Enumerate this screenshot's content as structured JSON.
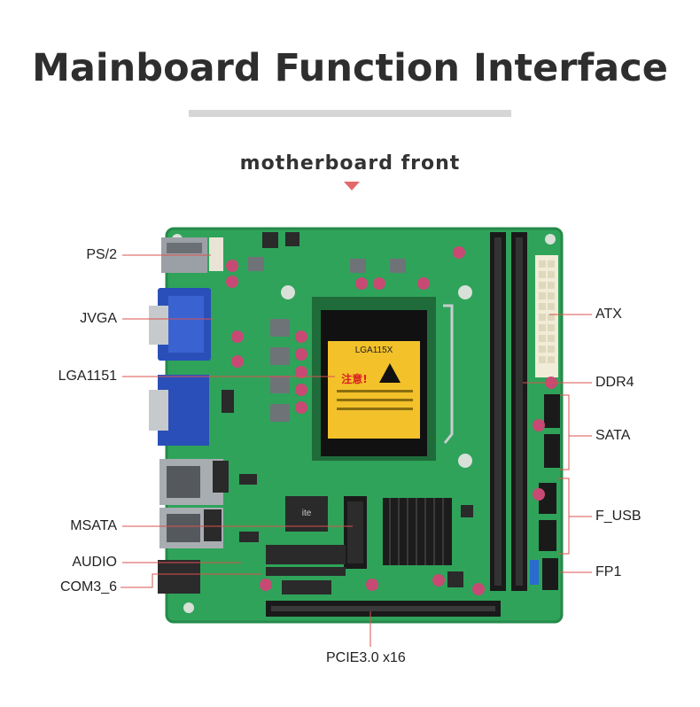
{
  "header": {
    "title": "Mainboard Function Interface",
    "subtitle": "motherboard front"
  },
  "callouts": {
    "ps2": "PS/2",
    "jvga": "JVGA",
    "lga": "LGA1151",
    "msata": "MSATA",
    "audio": "AUDIO",
    "com": "COM3_6",
    "atx": "ATX",
    "ddr4": "DDR4",
    "sata": "SATA",
    "fusb": "F_USB",
    "fp1": "FP1",
    "pcie": "PCIE3.0 x16"
  },
  "board": {
    "cpu_socket_label": "LGA115X",
    "warning_label": "注意!",
    "chip_label": "ite"
  },
  "colors": {
    "pcb": "#2fa35a",
    "accent": "#e26a6a",
    "callout_line": "#d9534f"
  }
}
